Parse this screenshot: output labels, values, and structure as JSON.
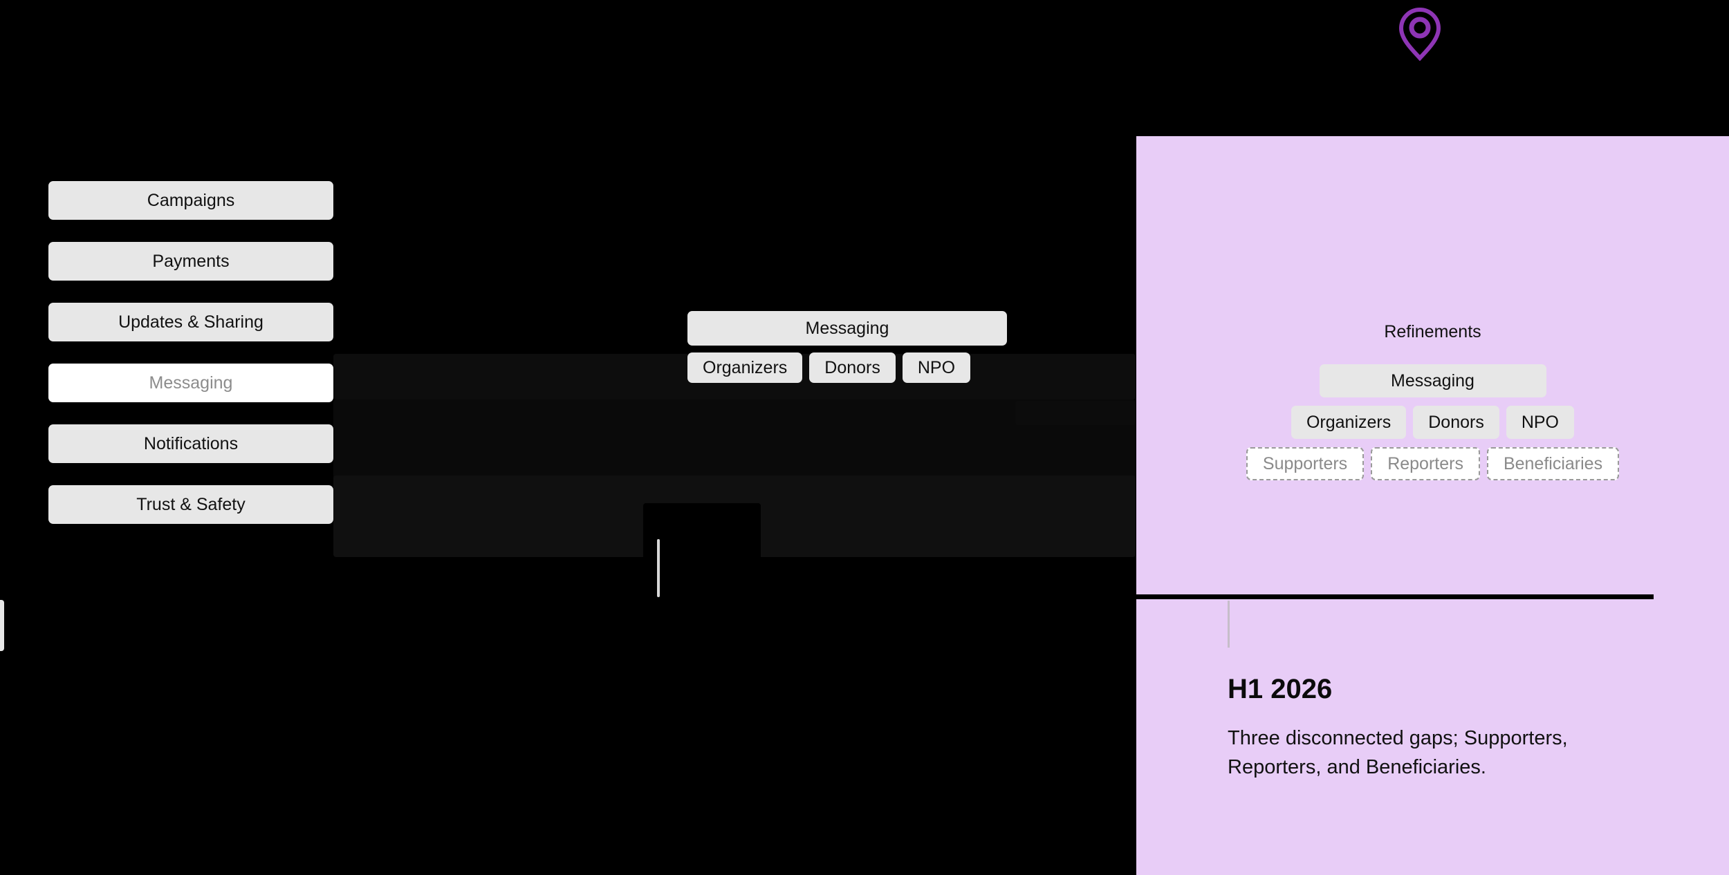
{
  "colors": {
    "background": "#000000",
    "panel_accent": "#e8cdf7",
    "chip_fill": "#e7e7e7",
    "chip_active_fill": "#ffffff",
    "pin_purple": "#8e35b5",
    "muted_text": "#8a8a8a"
  },
  "pin": {
    "icon": "location-pin-icon"
  },
  "left_nav": {
    "items": [
      {
        "label": "Campaigns",
        "active": false
      },
      {
        "label": "Payments",
        "active": false
      },
      {
        "label": "Updates & Sharing",
        "active": false
      },
      {
        "label": "Messaging",
        "active": true
      },
      {
        "label": "Notifications",
        "active": false
      },
      {
        "label": "Trust & Safety",
        "active": false
      }
    ]
  },
  "center_group": {
    "heading": "Messaging",
    "chips": [
      "Organizers",
      "Donors",
      "NPO"
    ]
  },
  "refinements": {
    "title": "Refinements",
    "heading_chip": "Messaging",
    "existing_chips": [
      "Organizers",
      "Donors",
      "NPO"
    ],
    "gap_chips": [
      "Supporters",
      "Reporters",
      "Beneficiaries"
    ]
  },
  "footer": {
    "heading": "H1 2026",
    "body": "Three disconnected gaps; Supporters, Reporters, and Beneficiaries."
  }
}
